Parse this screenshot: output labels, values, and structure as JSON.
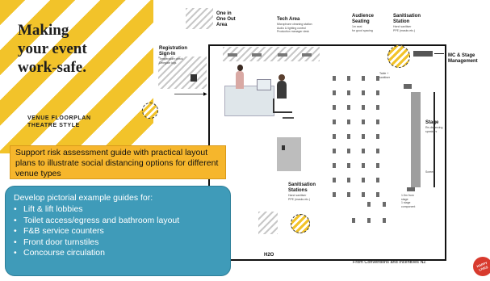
{
  "title": {
    "line1": "Making",
    "line2": "your event",
    "line3": "work-safe."
  },
  "subtitle": {
    "line1": "VENUE FLOORPLAN",
    "line2": "THEATRE STYLE"
  },
  "floorplan": {
    "one_in_out": {
      "label": "One in\nOne Out\nArea"
    },
    "tech_area": {
      "label": "Tech Area",
      "note": "Microphone cleaning station\nAudio & lighting control\nProduction manager desk"
    },
    "audience": {
      "label": "Audience\nSeating",
      "note": "1m seat\nfor good spacing"
    },
    "sanit_top": {
      "label": "Sanitisation\nStation",
      "note": "Hand sanitiser\nPPE (masks etc.)"
    },
    "mc_stage": {
      "label": "MC & Stage\nManagement"
    },
    "registration": {
      "label": "Registration\nSign-In",
      "note": "Temperature check\nDelegate logs"
    },
    "stage": {
      "label": "Stage",
      "note": "Re-distancing\nspeakers"
    },
    "screen": {
      "label": "Screen"
    },
    "sanit_bottom": {
      "label": "Sanitisation\nStations",
      "note": "Hand sanitiser\nPPE (masks etc.)"
    },
    "h2o": {
      "label": "H2O"
    },
    "label_small_1": {
      "label": "Table +\nsanitiser"
    },
    "label_small_2": {
      "label": "1.5m from\nstage",
      "note": "1 stage\ncomponent"
    }
  },
  "callout_orange": {
    "text": "Support risk assessment guide with practical layout plans to illustrate social distancing options for different venue types"
  },
  "callout_teal": {
    "heading": "Develop pictorial example guides for:",
    "items": [
      "Lift & lift lobbies",
      "Toilet access/egress and bathroom layout",
      "F&B service counters",
      "Front door turnstiles",
      "Concourse circulation"
    ],
    "bullet": "•"
  },
  "source": "From Conventions and Incentives NZ",
  "logo": {
    "text": "HAPPY\nLIVES"
  }
}
